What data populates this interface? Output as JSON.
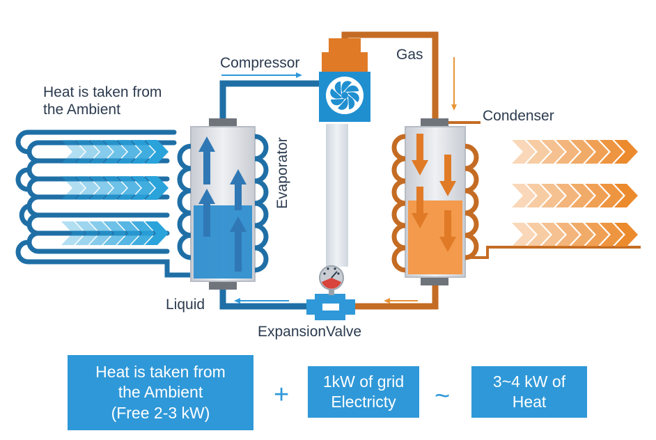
{
  "title": "Heat Pump Cycle",
  "labels": {
    "ambient_source": "Heat is taken from\nthe Ambient",
    "compressor": "Compressor",
    "gas": "Gas",
    "condenser": "Condenser",
    "evaporator": "Evaporator",
    "liquid": "Liquid",
    "expansion_valve": "ExpansionValve"
  },
  "equation": {
    "term_ambient": "Heat is taken from\nthe Ambient\n(Free 2-3 kW)",
    "plus_symbol": "+",
    "term_grid": "1kW of grid\nElectricty",
    "approx_symbol": "~",
    "term_result": "3~4 kW of\nHeat"
  },
  "colors": {
    "cold": "#2f8fcf",
    "cold_light": "#8fd0ec",
    "cold_pipe": "#1f6fa6",
    "hot": "#e07a26",
    "hot_pipe": "#c46c24",
    "hot_light": "#f6b47a",
    "box": "#2f98d8",
    "text": "#2b3a4e"
  },
  "icons": {
    "compressor": "fan-icon",
    "expansion_gauge": "gauge-icon",
    "cold_flow": "chevron-right-icon",
    "hot_flow": "chevron-right-icon"
  }
}
